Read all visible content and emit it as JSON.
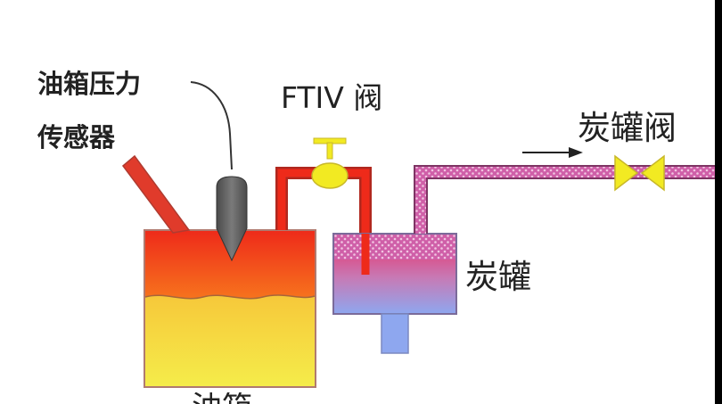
{
  "labels": {
    "pressure_sensor_line1": "油箱压力",
    "pressure_sensor_line2": "传感器",
    "ftiv_valve": "FTIV 阀",
    "canister_valve": "炭罐阀",
    "canister": "炭罐",
    "fuel_tank": "油箱"
  },
  "colors": {
    "vapor_red": "#ee2a1a",
    "purge_line_purple": "#a0457f",
    "valve_yellow": "#f2ea22",
    "sensor_gray": "#5e5e5e",
    "fuel_yellow": "#f4e43c",
    "tank_orange": "#f8781f",
    "canister_blue": "#8ea7ef",
    "edge_black": "#000000"
  }
}
